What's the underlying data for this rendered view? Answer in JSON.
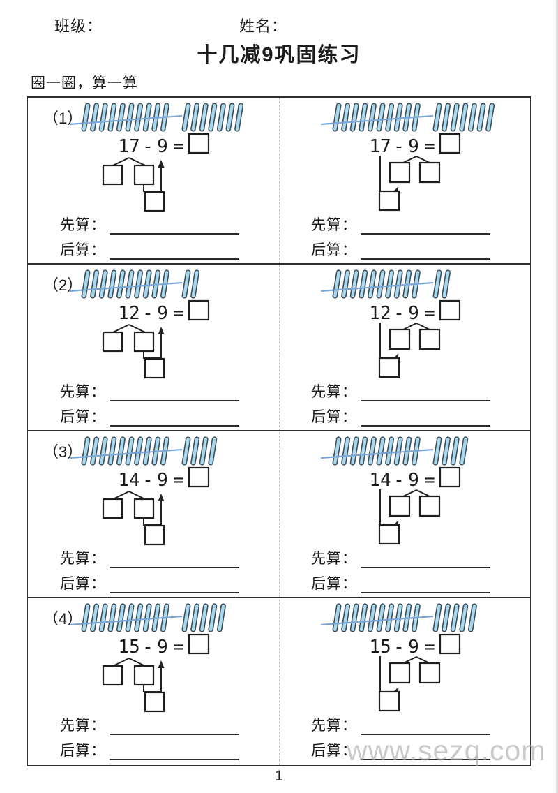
{
  "header": {
    "class_label": "班级：",
    "name_label": "姓名："
  },
  "title": "十几减9巩固练习",
  "subtitle": "圈一圈，算一算",
  "labels": {
    "first_calc": "先算：",
    "then_calc": "后算："
  },
  "footer": {
    "page_number": "1",
    "watermark": "www.sezq.com"
  },
  "colors": {
    "stick_fill": "#a8d9ec",
    "stick_stroke": "#3f4e5a",
    "strike_line": "#7aa6d6",
    "diagram_line": "#222222",
    "table_border": "#2e2e2e",
    "watermark_gray": "#a6a6a6"
  },
  "problems": [
    {
      "number_label": "（1）",
      "minuend": "17",
      "operator": "-",
      "subtrahend": "9",
      "equals": "=",
      "tens_sticks": 10,
      "tens_crossed_out": true,
      "ones_sticks": 7,
      "left_diagram": "split-minuend",
      "right_diagram": "split-subtrahend"
    },
    {
      "number_label": "（2）",
      "minuend": "12",
      "operator": "-",
      "subtrahend": "9",
      "equals": "=",
      "tens_sticks": 10,
      "tens_crossed_out": true,
      "ones_sticks": 2,
      "left_diagram": "split-minuend",
      "right_diagram": "split-subtrahend"
    },
    {
      "number_label": "（3）",
      "minuend": "14",
      "operator": "-",
      "subtrahend": "9",
      "equals": "=",
      "tens_sticks": 10,
      "tens_crossed_out": true,
      "ones_sticks": 4,
      "left_diagram": "split-minuend",
      "right_diagram": "split-subtrahend"
    },
    {
      "number_label": "（4）",
      "minuend": "15",
      "operator": "-",
      "subtrahend": "9",
      "equals": "=",
      "tens_sticks": 10,
      "tens_crossed_out": true,
      "ones_sticks": 5,
      "left_diagram": "split-minuend",
      "right_diagram": "split-subtrahend"
    }
  ]
}
